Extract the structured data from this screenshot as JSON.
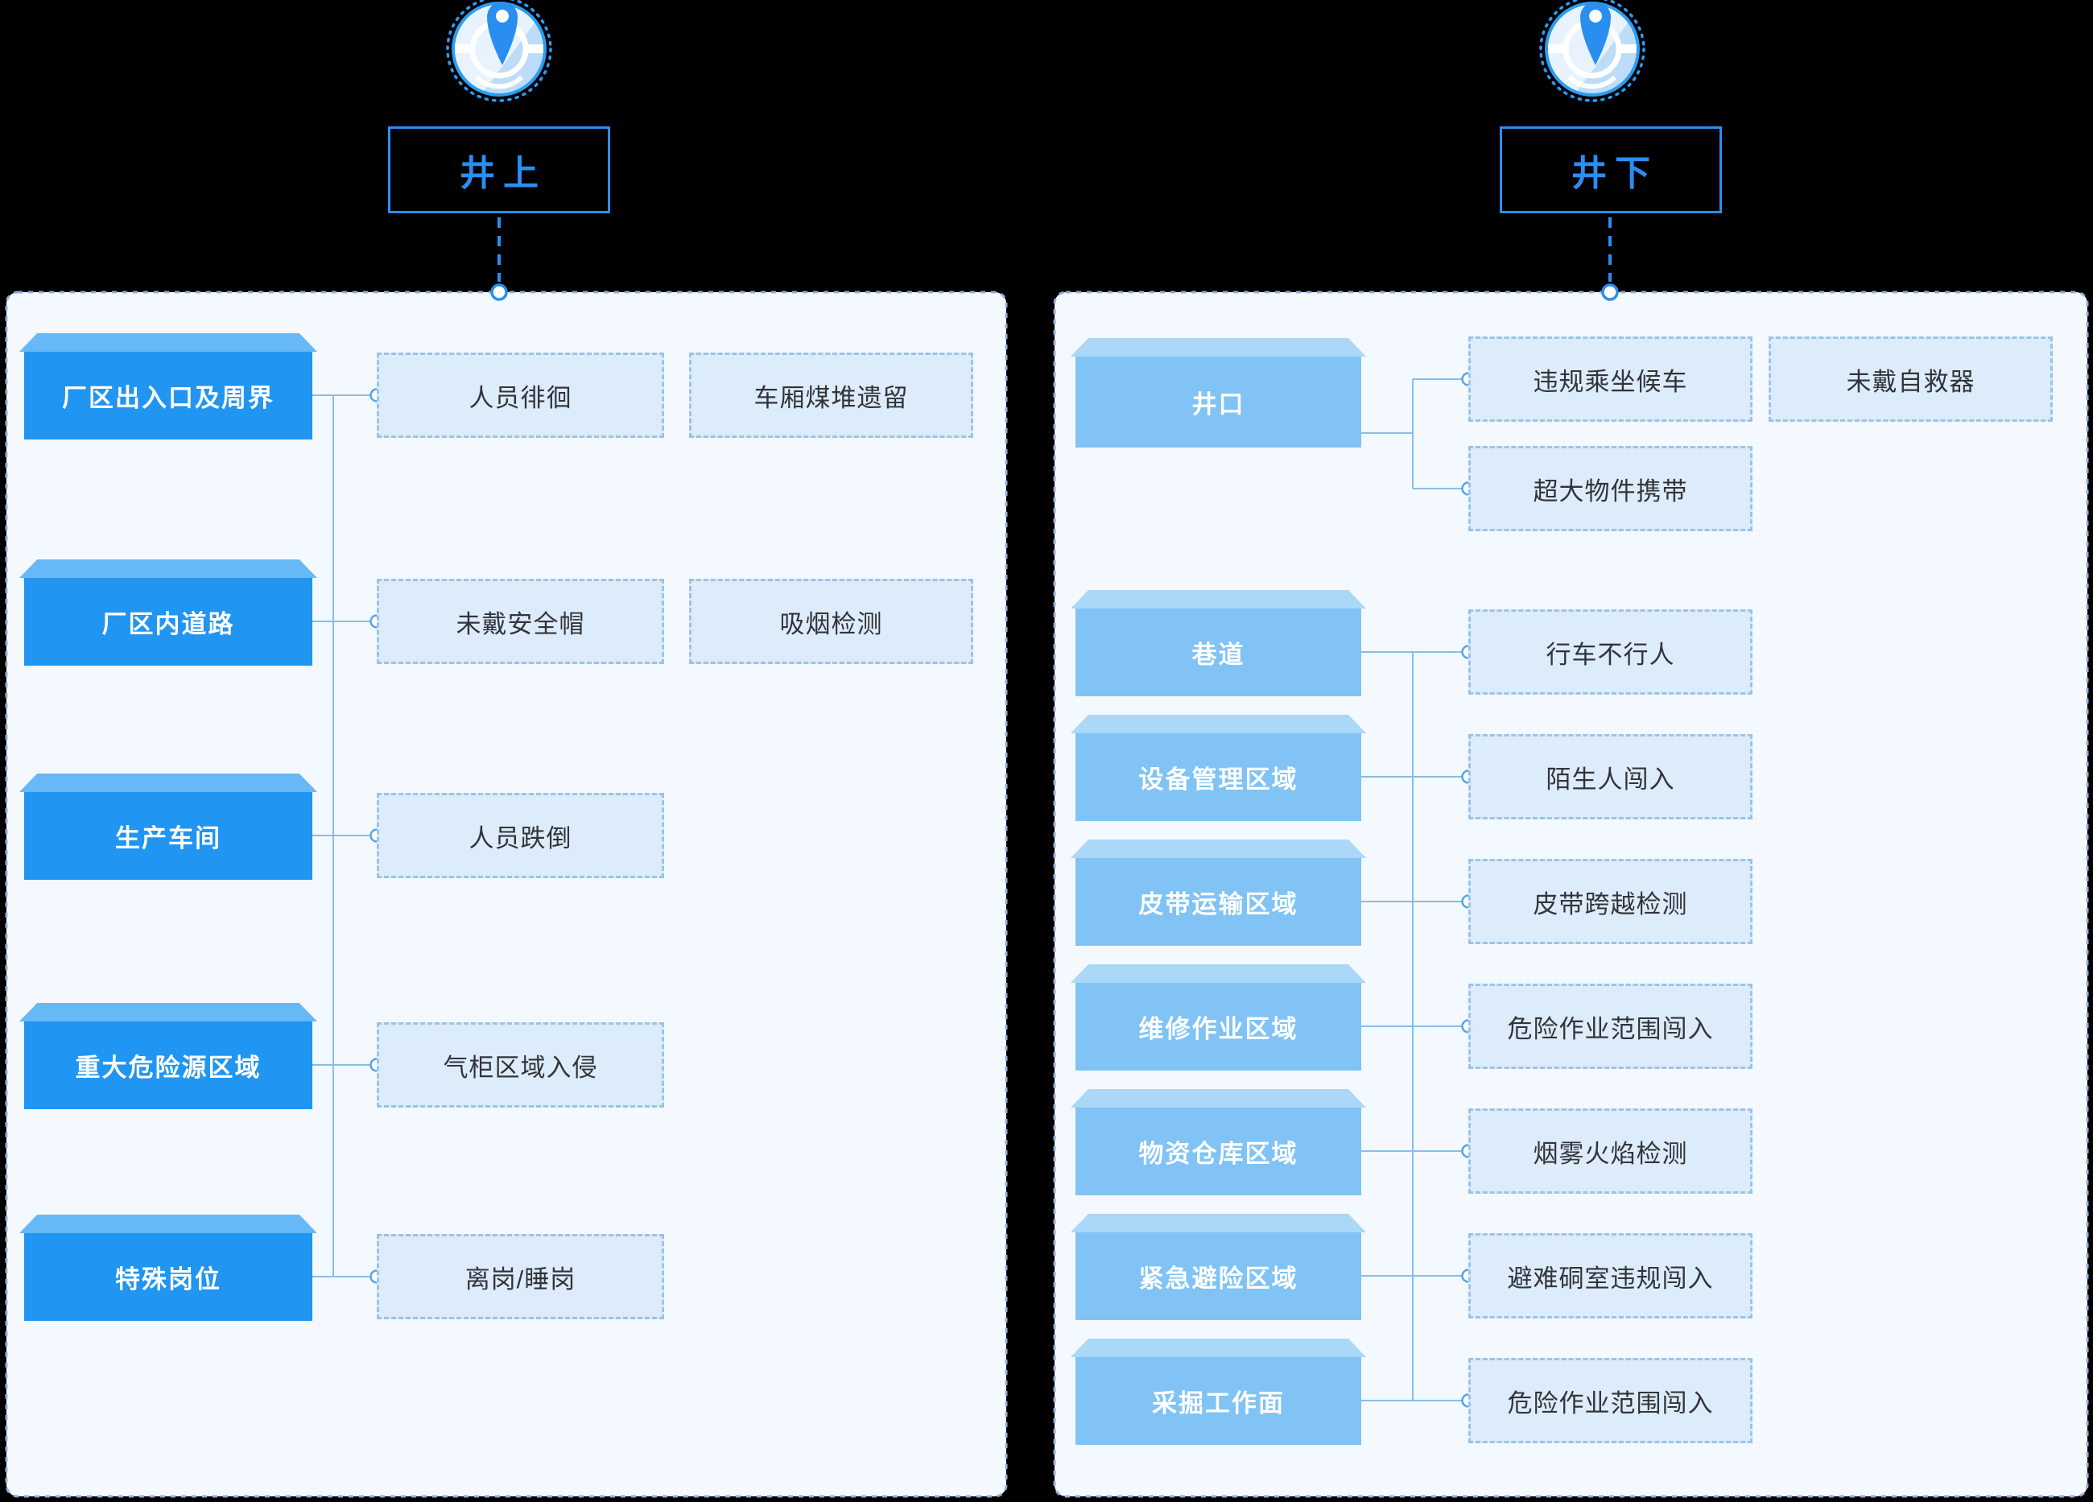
{
  "surface": {
    "title": "井上",
    "groups": [
      {
        "category": "厂区出入口及周界",
        "items": [
          "人员徘徊",
          "车厢煤堆遗留"
        ]
      },
      {
        "category": "厂区内道路",
        "items": [
          "未戴安全帽",
          "吸烟检测"
        ]
      },
      {
        "category": "生产车间",
        "items": [
          "人员跌倒"
        ]
      },
      {
        "category": "重大危险源区域",
        "items": [
          "气柜区域入侵"
        ]
      },
      {
        "category": "特殊岗位",
        "items": [
          "离岗/睡岗"
        ]
      }
    ]
  },
  "underground": {
    "title": "井下",
    "groups": [
      {
        "category": "井口",
        "items": [
          "违规乘坐候车",
          "未戴自救器",
          "超大物件携带"
        ]
      },
      {
        "category": "巷道",
        "items": [
          "行车不行人"
        ]
      },
      {
        "category": "设备管理区域",
        "items": [
          "陌生人闯入"
        ]
      },
      {
        "category": "皮带运输区域",
        "items": [
          "皮带跨越检测"
        ]
      },
      {
        "category": "维修作业区域",
        "items": [
          "危险作业范围闯入"
        ]
      },
      {
        "category": "物资仓库区域",
        "items": [
          "烟雾火焰检测"
        ]
      },
      {
        "category": "紧急避险区域",
        "items": [
          "避难硐室违规闯入"
        ]
      },
      {
        "category": "采掘工作面",
        "items": [
          "危险作业范围闯入"
        ]
      }
    ]
  },
  "colors": {
    "background": "#000000",
    "accent": "#2a8ef2",
    "panel_background": "#f3f9fe",
    "panel_border": "#93aedd",
    "surface_category": "#2095f1",
    "surface_category_top": "#67b8f6",
    "underground_category": "#80c3f4",
    "underground_category_top": "#abd7f9",
    "item_background": "#dcecfa",
    "item_border": "#9cc3e9",
    "item_text": "#33343a",
    "connector": "#8bbce8"
  }
}
